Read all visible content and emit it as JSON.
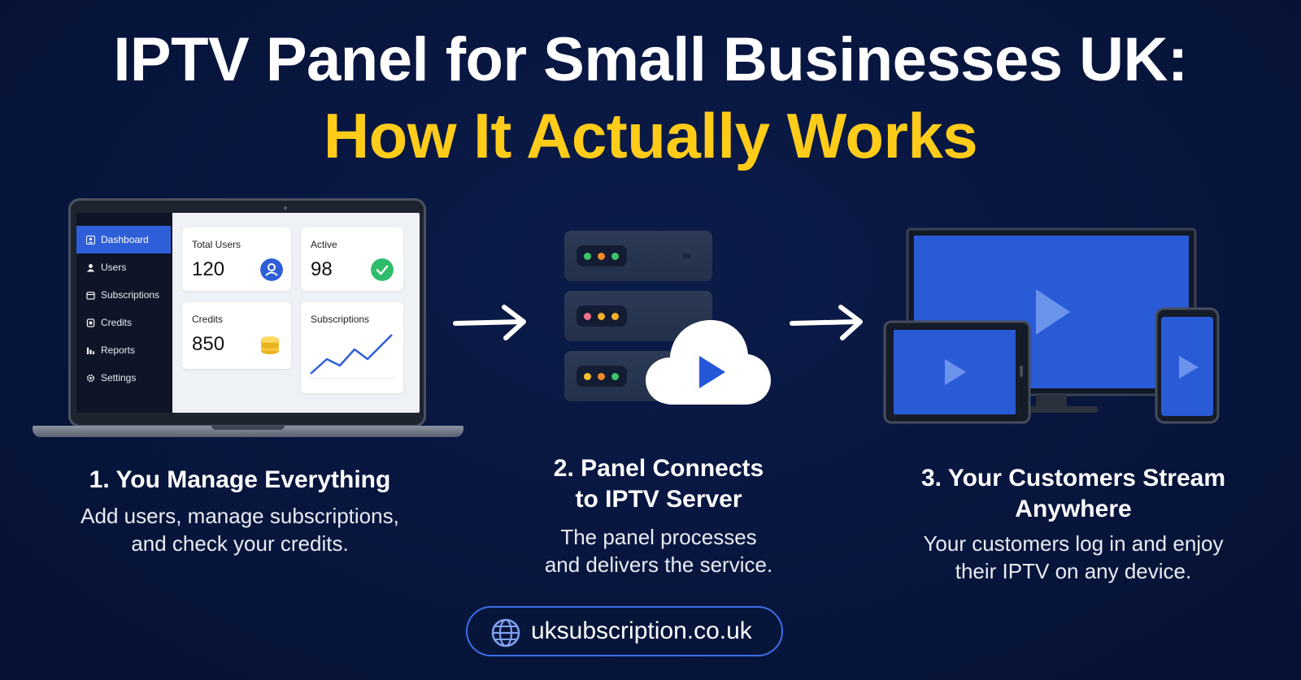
{
  "title": {
    "line1": "IPTV Panel for Small Businesses UK:",
    "line2": "How It Actually Works"
  },
  "dashboard": {
    "nav": [
      {
        "label": "Dashboard",
        "icon": "user-badge-icon",
        "active": true
      },
      {
        "label": "Users",
        "icon": "user-icon"
      },
      {
        "label": "Subscriptions",
        "icon": "calendar-icon"
      },
      {
        "label": "Credits",
        "icon": "credit-icon"
      },
      {
        "label": "Reports",
        "icon": "bar-chart-icon"
      },
      {
        "label": "Settings",
        "icon": "gear-icon"
      }
    ],
    "cards": {
      "total_users": {
        "label": "Total Users",
        "value": "120",
        "icon": "user-circle-icon"
      },
      "active": {
        "label": "Active",
        "value": "98",
        "icon": "check-circle-icon"
      },
      "credits": {
        "label": "Credits",
        "value": "850",
        "icon": "coins-icon"
      },
      "subscriptions": {
        "label": "Subscriptions",
        "icon": "trend-line-icon"
      }
    }
  },
  "steps": [
    {
      "title_lines": [
        "1. You Manage Everything"
      ],
      "desc_lines": [
        "Add users, manage subscriptions,",
        "and check your credits."
      ]
    },
    {
      "title_lines": [
        "2. Panel Connects",
        "to IPTV Server"
      ],
      "desc_lines": [
        "The panel processes",
        "and delivers the service."
      ]
    },
    {
      "title_lines": [
        "3. Your Customers Stream",
        "Anywhere"
      ],
      "desc_lines": [
        "Your customers log in and enjoy",
        "their IPTV on any device."
      ]
    }
  ],
  "website": {
    "url": "uksubscription.co.uk",
    "icon": "globe-icon"
  },
  "colors": {
    "background": "#081640",
    "accent_yellow": "#ffcc1a",
    "accent_blue": "#2f5fd8",
    "screen_blue": "#2a5bd7"
  }
}
